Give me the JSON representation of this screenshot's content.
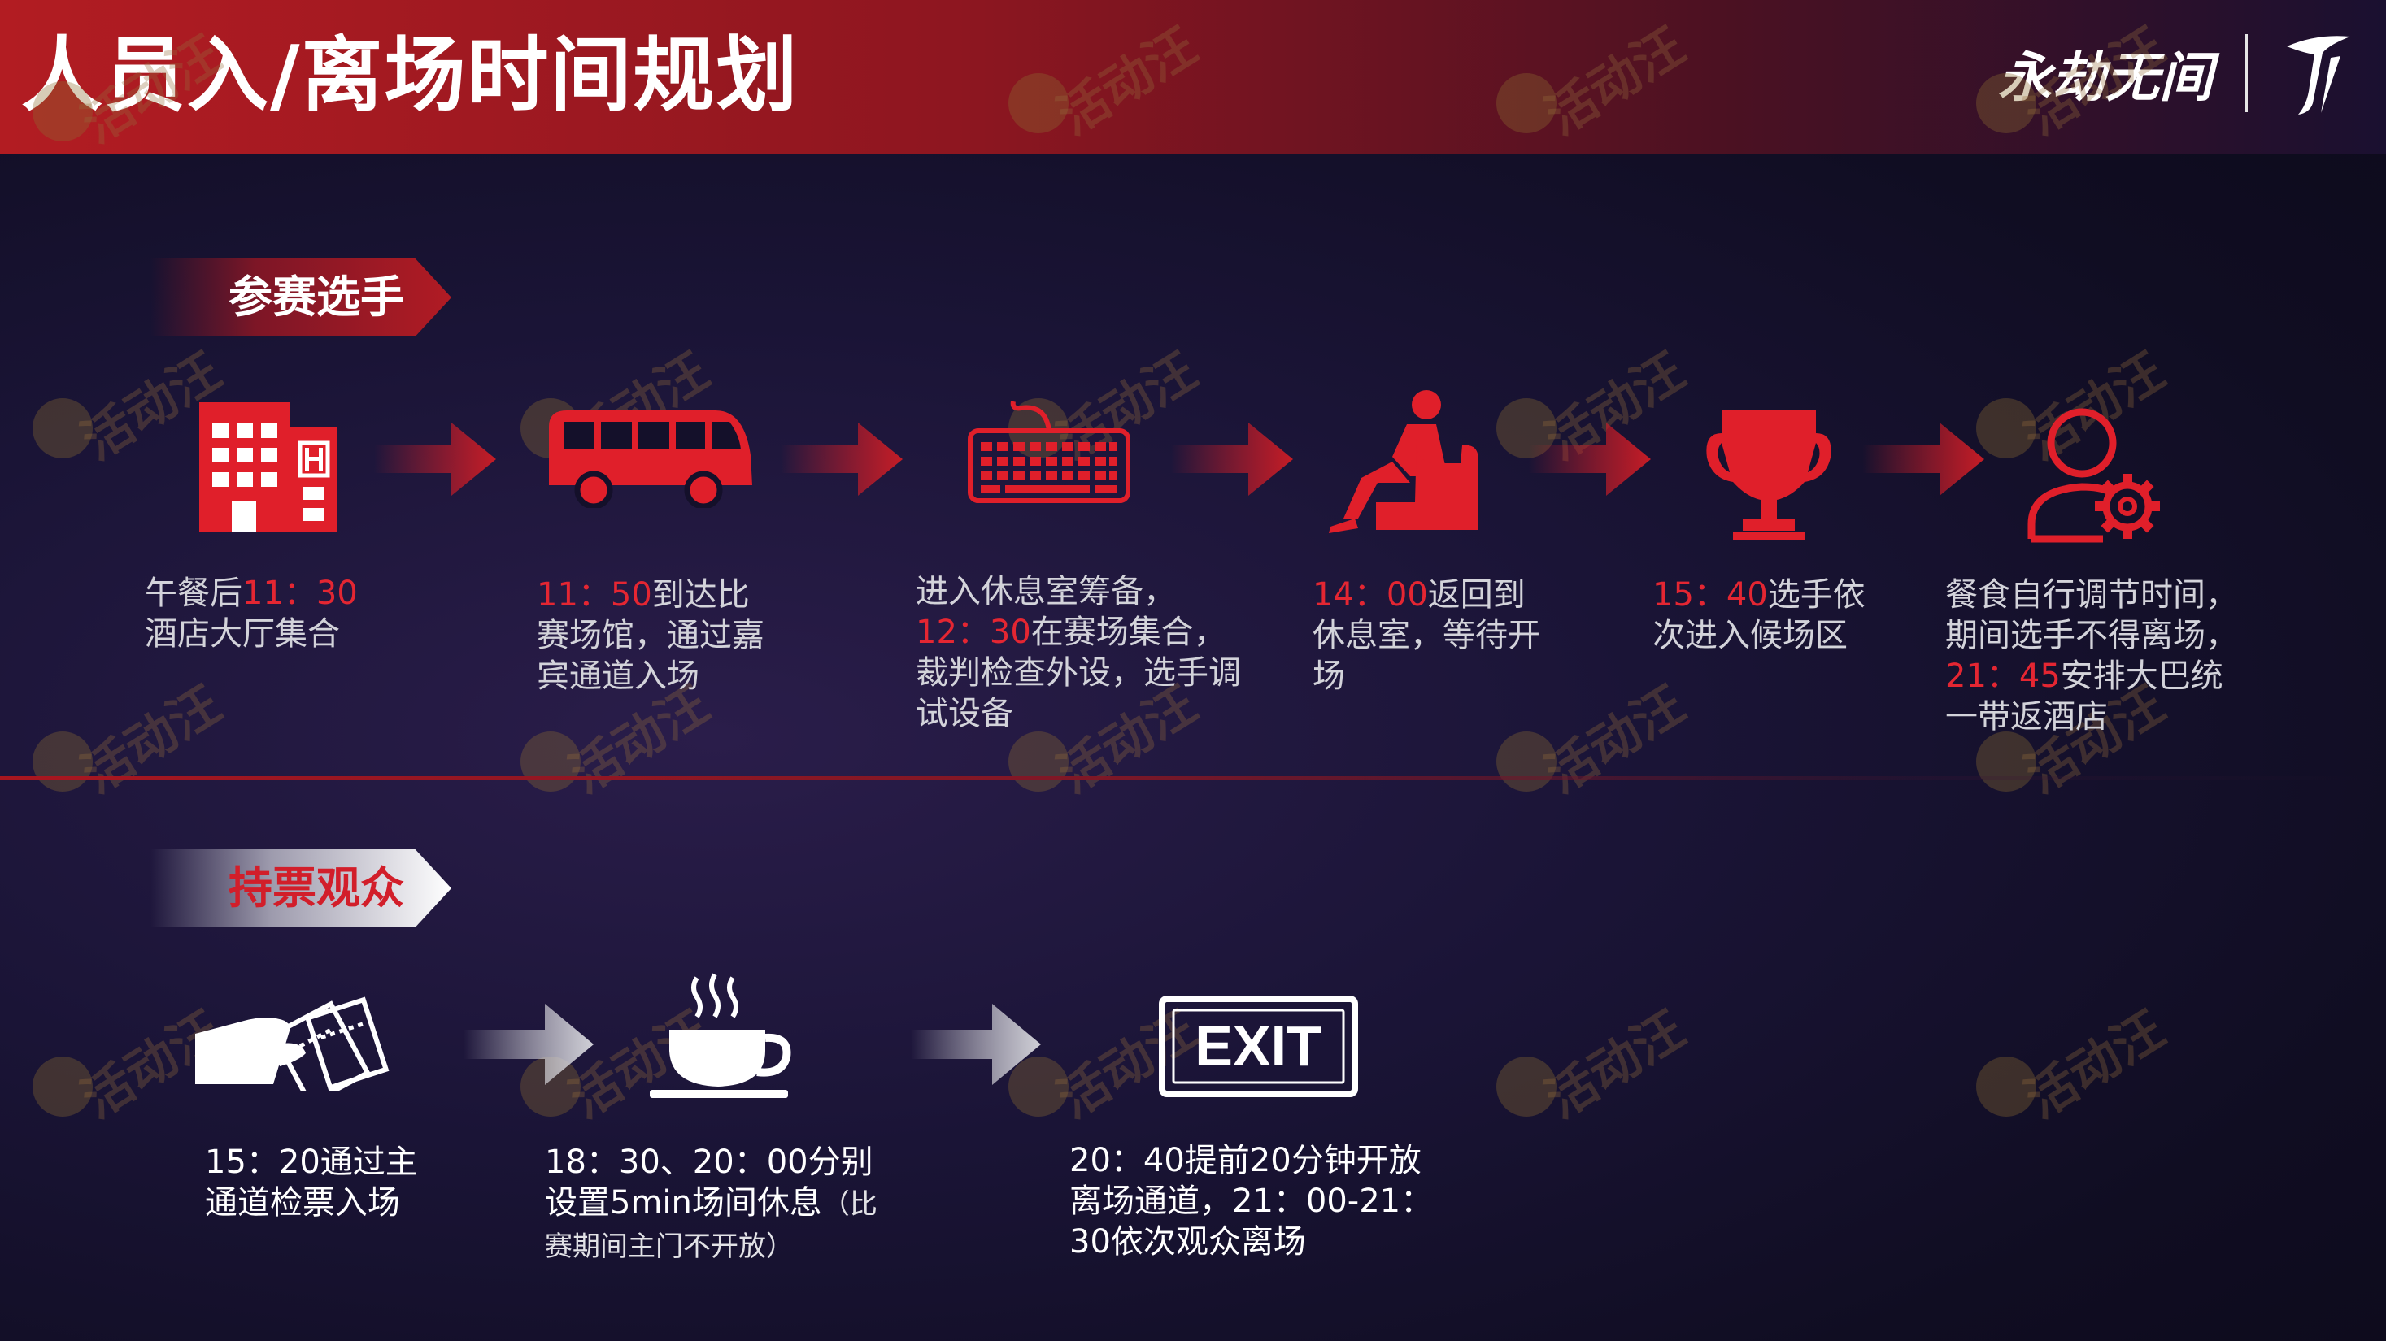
{
  "page": {
    "title": "人员入/离场时间规划",
    "logo_text": "永劫无间"
  },
  "colors": {
    "accent_red": "#e42632",
    "header_red": "#b21c22",
    "background": "#14102a"
  },
  "sections": {
    "players": {
      "label": "参赛选手",
      "steps": [
        {
          "icon": "hotel-icon",
          "time": "11：30",
          "before": "午餐后",
          "after": "酒店大厅集合"
        },
        {
          "icon": "bus-icon",
          "time": "11：50",
          "before": "",
          "after": "到达比赛场馆，通过嘉宾通道入场"
        },
        {
          "icon": "keyboard-icon",
          "time": "12：30",
          "before": "进入休息室筹备，",
          "after": "在赛场集合，裁判检查外设，选手调试设备"
        },
        {
          "icon": "seated-person-icon",
          "time": "14：00",
          "before": "",
          "after": "返回到休息室，等待开场"
        },
        {
          "icon": "trophy-icon",
          "time": "15：40",
          "before": "",
          "after": "选手依次进入候场区"
        },
        {
          "icon": "user-settings-icon",
          "time": "21：45",
          "before": "餐食自行调节时间，期间选手不得离场，",
          "after": "安排大巴统一带返酒店"
        }
      ]
    },
    "audience": {
      "label": "持票观众",
      "steps": [
        {
          "icon": "ticket-hand-icon",
          "time": "15：20",
          "text": "通过主通道检票入场",
          "note": ""
        },
        {
          "icon": "coffee-cup-icon",
          "time": "18：30、20：00",
          "text": "分别设置5min场间休息",
          "note": "（比赛期间主门不开放）"
        },
        {
          "icon": "exit-sign-icon",
          "time": "20：40",
          "text": "提前20分钟开放离场通道，21：00-21：30依次观众离场",
          "note": ""
        }
      ],
      "exit_label": "EXIT"
    }
  },
  "watermark": {
    "text": "活动汪"
  }
}
